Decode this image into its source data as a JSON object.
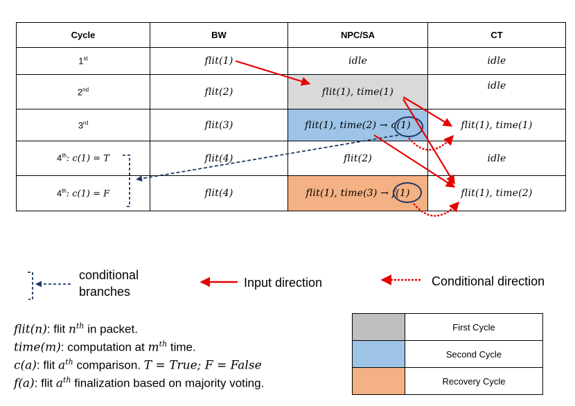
{
  "table": {
    "headers": [
      "Cycle",
      "BW",
      "NPC/SA",
      "CT"
    ],
    "rows": [
      {
        "cycle_num": "1",
        "cycle_sup": "st",
        "cycle_cond": "",
        "bw": "flit(1)",
        "npc": "idle",
        "ct": "idle"
      },
      {
        "cycle_num": "2",
        "cycle_sup": "nd",
        "cycle_cond": "",
        "bw": "flit(2)",
        "npc": "flit(1), time(1)",
        "ct": "idle"
      },
      {
        "cycle_num": "3",
        "cycle_sup": "rd",
        "cycle_cond": "",
        "bw": "flit(3)",
        "npc": "flit(1), time(2) → c(1)",
        "ct": "flit(1), time(1)"
      },
      {
        "cycle_num": "4",
        "cycle_sup": "th",
        "cycle_cond": ": c(1) = T",
        "bw": "flit(4)",
        "npc": "flit(2)",
        "ct": "idle"
      },
      {
        "cycle_num": "4",
        "cycle_sup": "th",
        "cycle_cond": ": c(1) = F",
        "bw": "flit(4)",
        "npc": "flit(1), time(3) → f(1)",
        "ct": "flit(1), time(2)"
      }
    ]
  },
  "legend": {
    "conditional_line1": "conditional",
    "conditional_line2": "branches",
    "input_direction": "Input direction",
    "conditional_direction": "Conditional direction"
  },
  "definitions": {
    "flit_fn": "flit(n)",
    "flit_text1": ": flit ",
    "flit_var": "n",
    "flit_sup": "th",
    "flit_text2": " in packet.",
    "time_fn": "time(m)",
    "time_text1": ": computation at ",
    "time_var": "m",
    "time_sup": "th",
    "time_text2": " time.",
    "c_fn": "c(a)",
    "c_text1": ": flit ",
    "c_var": "a",
    "c_sup": "th",
    "c_text2": " comparison. ",
    "c_math": "T = True; F = False",
    "f_fn": "f(a)",
    "f_text1": ": flit ",
    "f_var": "a",
    "f_sup": "th",
    "f_text2": " finalization based on majority voting."
  },
  "cycle_legend": [
    {
      "label": "First Cycle",
      "color": "#bfbfbf"
    },
    {
      "label": "Second Cycle",
      "color": "#9dc3e6"
    },
    {
      "label": "Recovery Cycle",
      "color": "#f4b183"
    }
  ],
  "colors": {
    "input_arrow": "#e60000",
    "conditional_arrow": "#e60000",
    "branch_arrow": "#1f3864",
    "circle": "#1f3864"
  }
}
